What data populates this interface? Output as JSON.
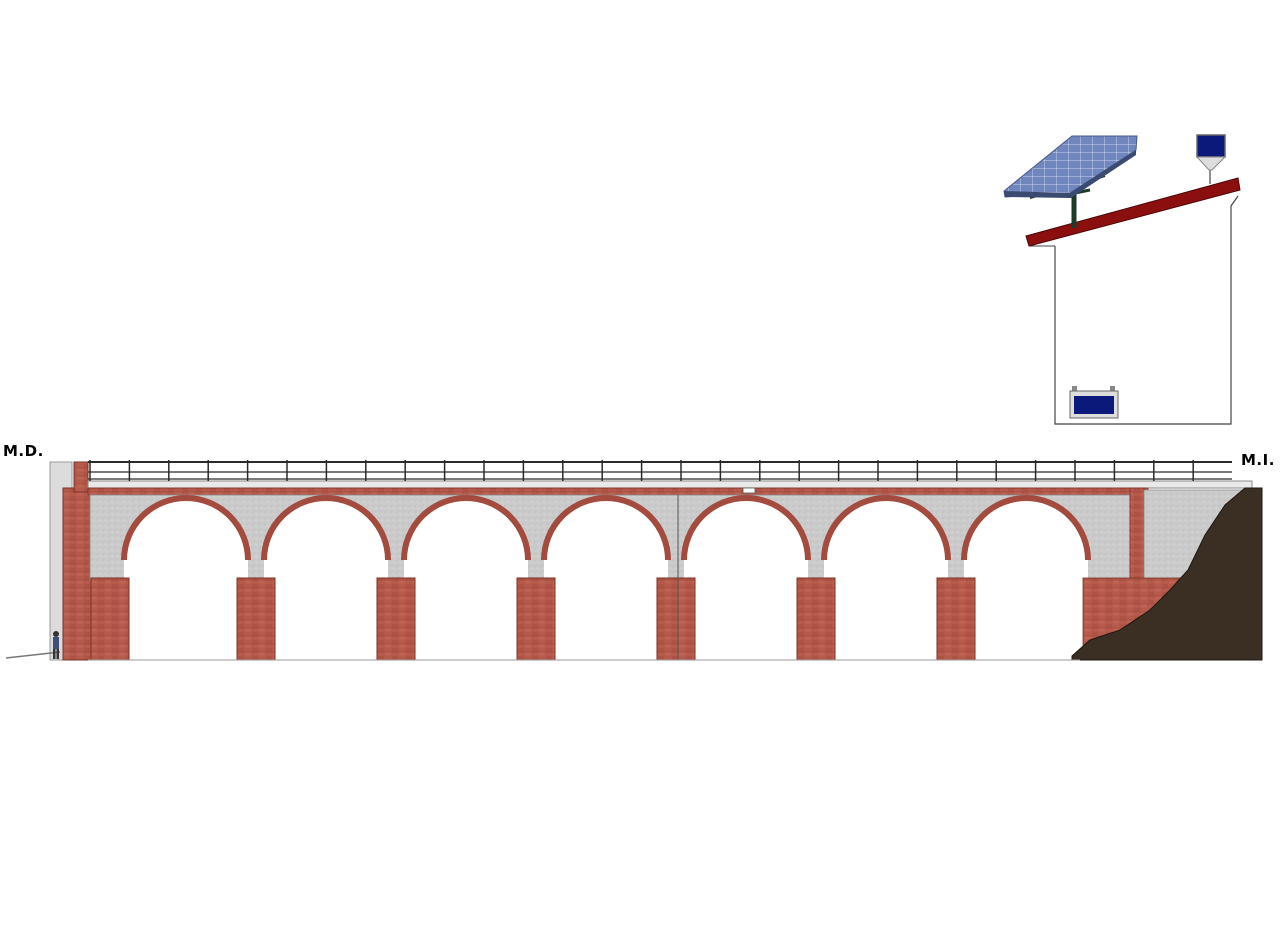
{
  "labels": {
    "left_bank": "M.D.",
    "right_bank": "M.I."
  },
  "colors": {
    "brick": "#b4584a",
    "brick_dark": "#8e3f35",
    "concrete": "#c9c9c9",
    "railing": "#2a2a2a",
    "earth": "#3b2f24",
    "solar_panel": "#6f83b8",
    "sensor_blue": "#0b1a7a",
    "roof_beam": "#8b0f0f"
  },
  "diagram": {
    "arch_count": 7
  }
}
